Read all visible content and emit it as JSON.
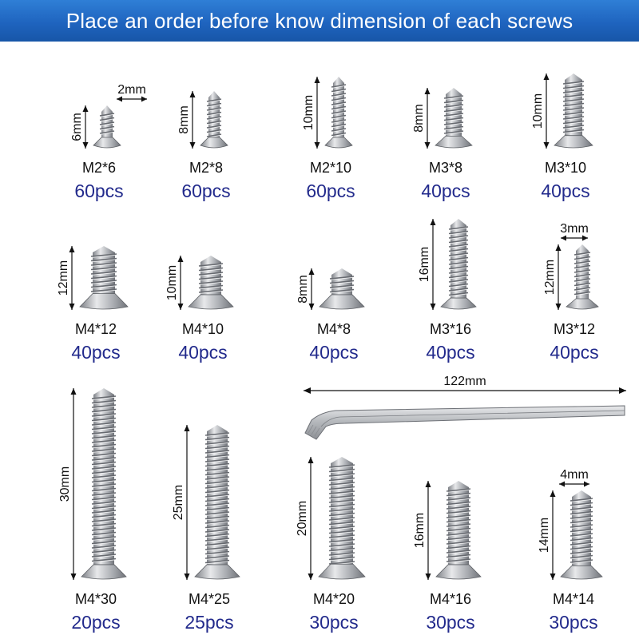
{
  "header": {
    "title": "Place an order before know dimension of each screws"
  },
  "colors": {
    "banner": "#1f64bf",
    "banner_text": "#ffffff",
    "quantity": "#222a8c",
    "label": "#111111",
    "metal": "#b9bcc0"
  },
  "screws": [
    {
      "size": "M2*6",
      "qty": "60pcs",
      "length_label": "6mm",
      "width_label": "2mm"
    },
    {
      "size": "M2*8",
      "qty": "60pcs",
      "length_label": "8mm"
    },
    {
      "size": "M2*10",
      "qty": "60pcs",
      "length_label": "10mm"
    },
    {
      "size": "M3*8",
      "qty": "40pcs",
      "length_label": "8mm"
    },
    {
      "size": "M3*10",
      "qty": "40pcs",
      "length_label": "10mm"
    },
    {
      "size": "M4*12",
      "qty": "40pcs",
      "length_label": "12mm"
    },
    {
      "size": "M4*10",
      "qty": "40pcs",
      "length_label": "10mm"
    },
    {
      "size": "M4*8",
      "qty": "40pcs",
      "length_label": "8mm"
    },
    {
      "size": "M3*16",
      "qty": "40pcs",
      "length_label": "16mm"
    },
    {
      "size": "M3*12",
      "qty": "40pcs",
      "length_label": "12mm",
      "width_label": "3mm"
    },
    {
      "size": "M4*30",
      "qty": "20pcs",
      "length_label": "30mm"
    },
    {
      "size": "M4*25",
      "qty": "25pcs",
      "length_label": "25mm"
    },
    {
      "size": "M4*20",
      "qty": "30pcs",
      "length_label": "20mm"
    },
    {
      "size": "M4*16",
      "qty": "30pcs",
      "length_label": "16mm"
    },
    {
      "size": "M4*14",
      "qty": "30pcs",
      "length_label": "14mm",
      "width_label": "4mm"
    }
  ],
  "tweezers": {
    "length_label": "122mm"
  }
}
